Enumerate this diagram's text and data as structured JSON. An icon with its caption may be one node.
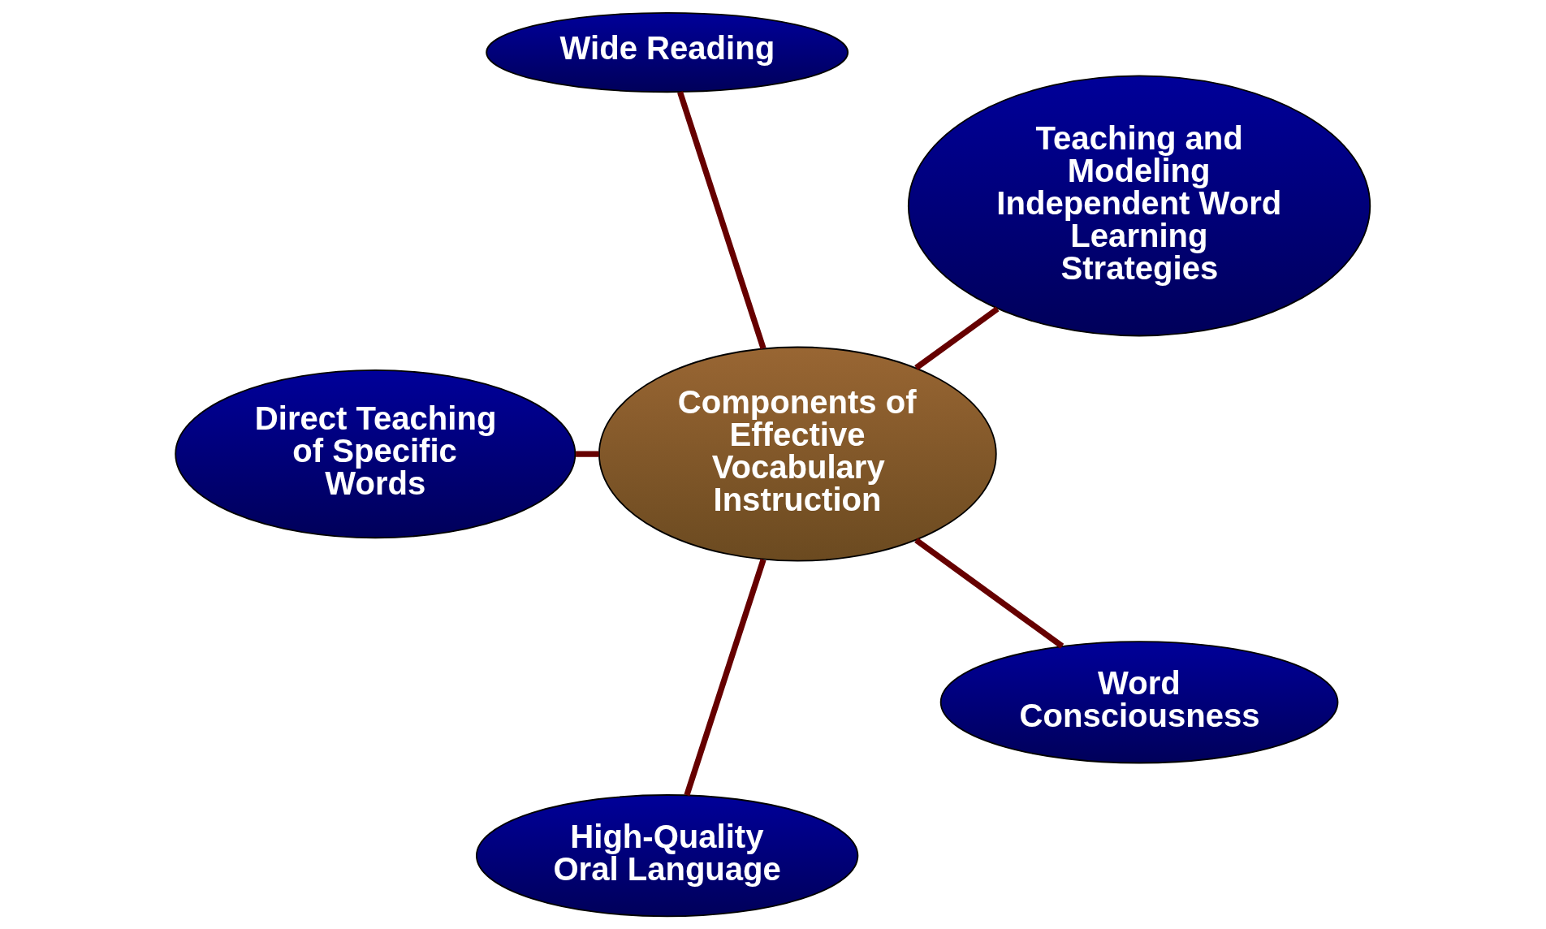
{
  "diagram": {
    "nodes": [
      {
        "text": [
          "Teaching and Modeling Independent Word Learning Strategies"
        ]
      },
      {
        "text": [
          "Wide Reading"
        ]
      },
      {
        "text": [
          "Components of Effective Vocabulary Instruction"
        ]
      },
      {
        "text": [
          "Direct Teaching of Specific Words"
        ]
      },
      {
        "text": [
          "High-Quality Oral Language"
        ]
      },
      {
        "text": [
          "Word Consciousness"
        ]
      }
    ],
    "edges": [
      {
        "from": 2,
        "to": 0,
        "arrow": "none"
      },
      {
        "from": 2,
        "to": 1,
        "arrow": "none"
      },
      {
        "from": 2,
        "to": 3,
        "arrow": "none"
      },
      {
        "from": 2,
        "to": 4,
        "arrow": "none"
      },
      {
        "from": 2,
        "to": 5,
        "arrow": "none"
      }
    ]
  }
}
